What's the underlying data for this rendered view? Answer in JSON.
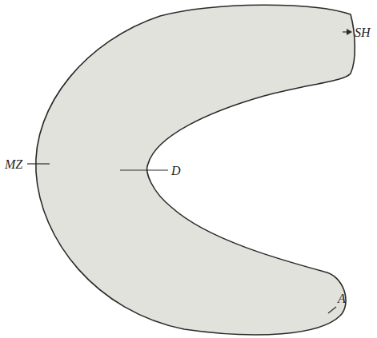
{
  "diagram": {
    "labels": [
      "SH",
      "MZ",
      "D",
      "A"
    ]
  }
}
